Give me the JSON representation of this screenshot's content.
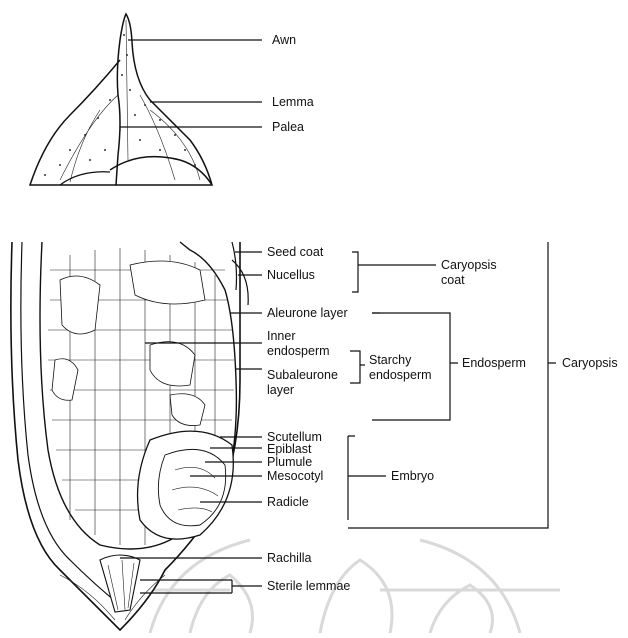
{
  "top_labels": {
    "awn": "Awn",
    "lemma": "Lemma",
    "palea": "Palea"
  },
  "labels": {
    "seed_coat": "Seed coat",
    "nucellus": "Nucellus",
    "caryopsis_coat_1": "Caryopsis",
    "caryopsis_coat_2": "coat",
    "aleurone_layer": "Aleurone layer",
    "inner_endosperm_1": "Inner",
    "inner_endosperm_2": "endosperm",
    "starchy_endosperm_1": "Starchy",
    "starchy_endosperm_2": "endosperm",
    "subaleurone_1": "Subaleurone",
    "subaleurone_2": "layer",
    "endosperm": "Endosperm",
    "caryopsis": "Caryopsis",
    "scutellum": "Scutellum",
    "epiblast": "Epiblast",
    "plumule": "Plumule",
    "mesocotyl": "Mesocotyl",
    "embryo": "Embryo",
    "radicle": "Radicle",
    "rachilla": "Rachilla",
    "sterile_lemmae": "Sterile lemmae"
  },
  "colors": {
    "line": "#111111",
    "watermark": "#d9d9d9",
    "background": "#ffffff"
  }
}
